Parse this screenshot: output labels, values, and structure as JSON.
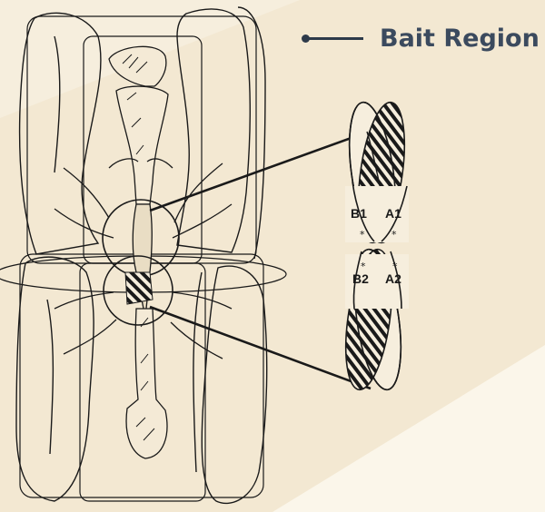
{
  "legend": {
    "label": "Bait Region"
  },
  "diagram": {
    "labels": {
      "b1": "B1",
      "a1": "A1",
      "b2": "B2",
      "a2": "A2",
      "star": "*"
    }
  },
  "colors": {
    "background": "#f6eedd",
    "ink": "#1a1a1a",
    "legend": "#3b4a5e"
  }
}
